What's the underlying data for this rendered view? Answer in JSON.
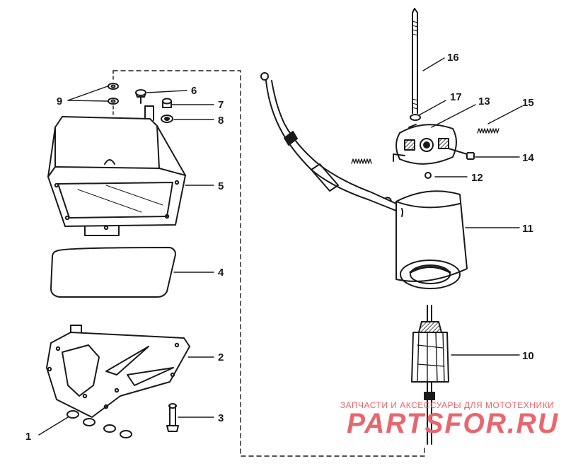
{
  "parts": [
    {
      "number": "1"
    },
    {
      "number": "2"
    },
    {
      "number": "3"
    },
    {
      "number": "4"
    },
    {
      "number": "5"
    },
    {
      "number": "6"
    },
    {
      "number": "7"
    },
    {
      "number": "8"
    },
    {
      "number": "9"
    },
    {
      "number": "10"
    },
    {
      "number": "11"
    },
    {
      "number": "12"
    },
    {
      "number": "13"
    },
    {
      "number": "14"
    },
    {
      "number": "15"
    },
    {
      "number": "16"
    },
    {
      "number": "17"
    }
  ],
  "watermark": {
    "tagline": "ЗАПЧАСТИ И АКСЕССУАРЫ ДЛЯ МОТОТЕХНИКИ",
    "brand": "PARTSFOR.RU",
    "color": "#e8666e"
  },
  "colors": {
    "ink": "#1a1a1a"
  }
}
